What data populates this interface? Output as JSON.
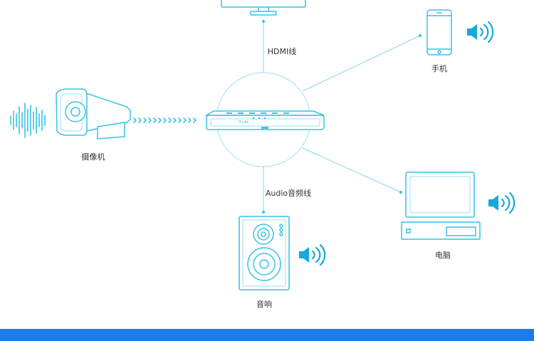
{
  "labels": {
    "hdmi_cable": "HDMI线",
    "audio_cable": "Audio音频线",
    "camera": "摄像机",
    "phone": "手机",
    "computer": "电脑",
    "speaker": "音响"
  },
  "nvr_brand": "TP-LINK",
  "colors": {
    "line": "#37c2e6",
    "accent": "#17a9da",
    "text": "#333333",
    "bar": "#1a7de8"
  },
  "icons": [
    "monitor-icon",
    "phone-icon",
    "camera-icon",
    "sound-wave-icon",
    "nvr-icon",
    "computer-icon",
    "speaker-icon",
    "volume-icon"
  ]
}
